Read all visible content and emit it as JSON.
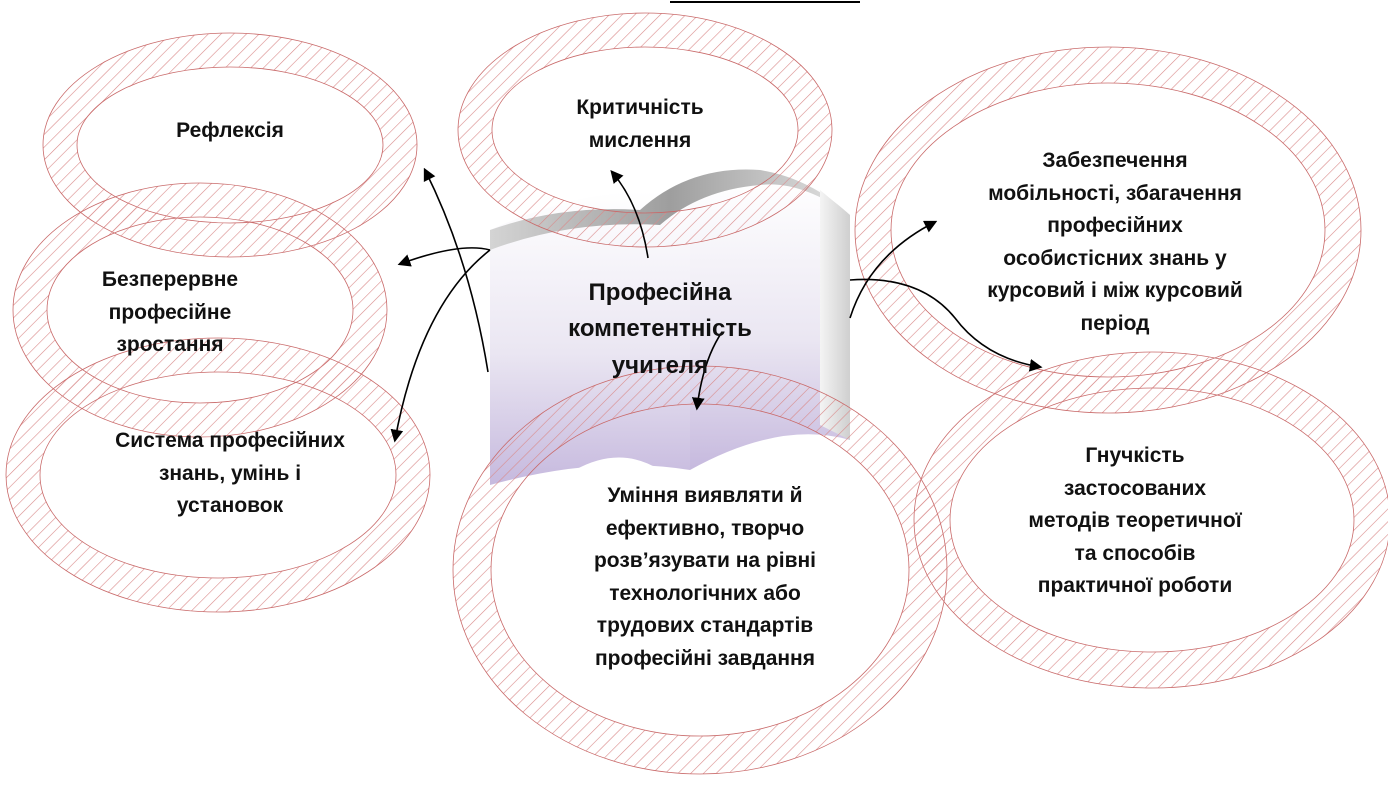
{
  "center": {
    "lines": [
      "Професійна",
      "компетентність",
      "учителя"
    ]
  },
  "nodes": {
    "reflection": {
      "lines": [
        "Рефлексія"
      ]
    },
    "continuous_growth": {
      "lines": [
        "Безперервне",
        "професійне",
        "зростання"
      ]
    },
    "knowledge_system": {
      "lines": [
        "Система професійних",
        "знань, умінь і",
        "установок"
      ]
    },
    "critical_thinking": {
      "lines": [
        "Критичність",
        "мислення"
      ]
    },
    "mobility": {
      "lines": [
        "Забезпечення",
        "мобільності, збагачення",
        "професійних",
        "особистісних знань у",
        "курсовий і між курсовий",
        "період"
      ]
    },
    "flexibility": {
      "lines": [
        "Гнучкість",
        "застосованих",
        "методів теоретичної",
        "та способів",
        "практичної роботи"
      ]
    },
    "problem_solving": {
      "lines": [
        "Уміння виявляти й",
        "ефективно, творчо",
        "розв’язувати на рівні",
        "технологічних або",
        "трудових стандартів",
        "професійні завдання"
      ]
    }
  },
  "colors": {
    "hatch": "#d98a8a",
    "ring": "#c96a6a",
    "arrow": "#000000",
    "cylinder_top": "#bdbdbd",
    "cylinder_bottom": "#c8bcdf"
  }
}
